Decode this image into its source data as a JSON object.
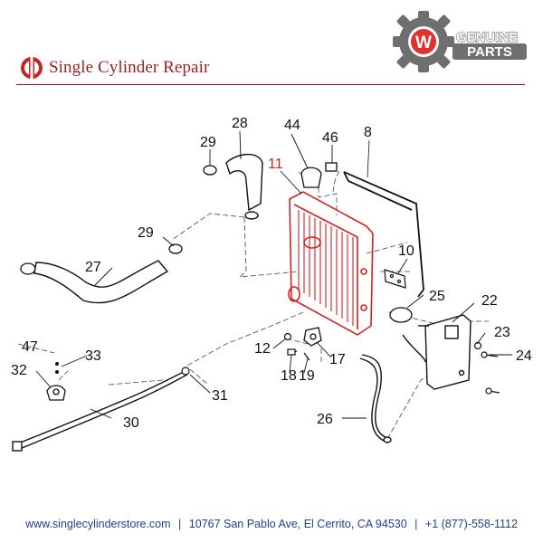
{
  "header": {
    "brand_name": "Single Cylinder Repair",
    "logo_line1": "GENUINE",
    "logo_line2": "PARTS",
    "logo_letter": "W"
  },
  "colors": {
    "brand_red": "#9a1f1f",
    "highlight_red": "#d62020",
    "footer_blue": "#1f3f8f",
    "logo_gray": "#6f6f6f"
  },
  "diagram": {
    "highlighted_part": "11",
    "callouts": [
      "28",
      "44",
      "46",
      "8",
      "29",
      "11",
      "29",
      "10",
      "27",
      "25",
      "22",
      "23",
      "24",
      "12",
      "17",
      "18",
      "19",
      "47",
      "33",
      "32",
      "31",
      "30",
      "26"
    ]
  },
  "footer": {
    "website": "www.singlecylinderstore.com",
    "address": "10767 San Pablo Ave, El Cerrito, CA 94530",
    "phone": "+1 (877)-558-1112"
  }
}
